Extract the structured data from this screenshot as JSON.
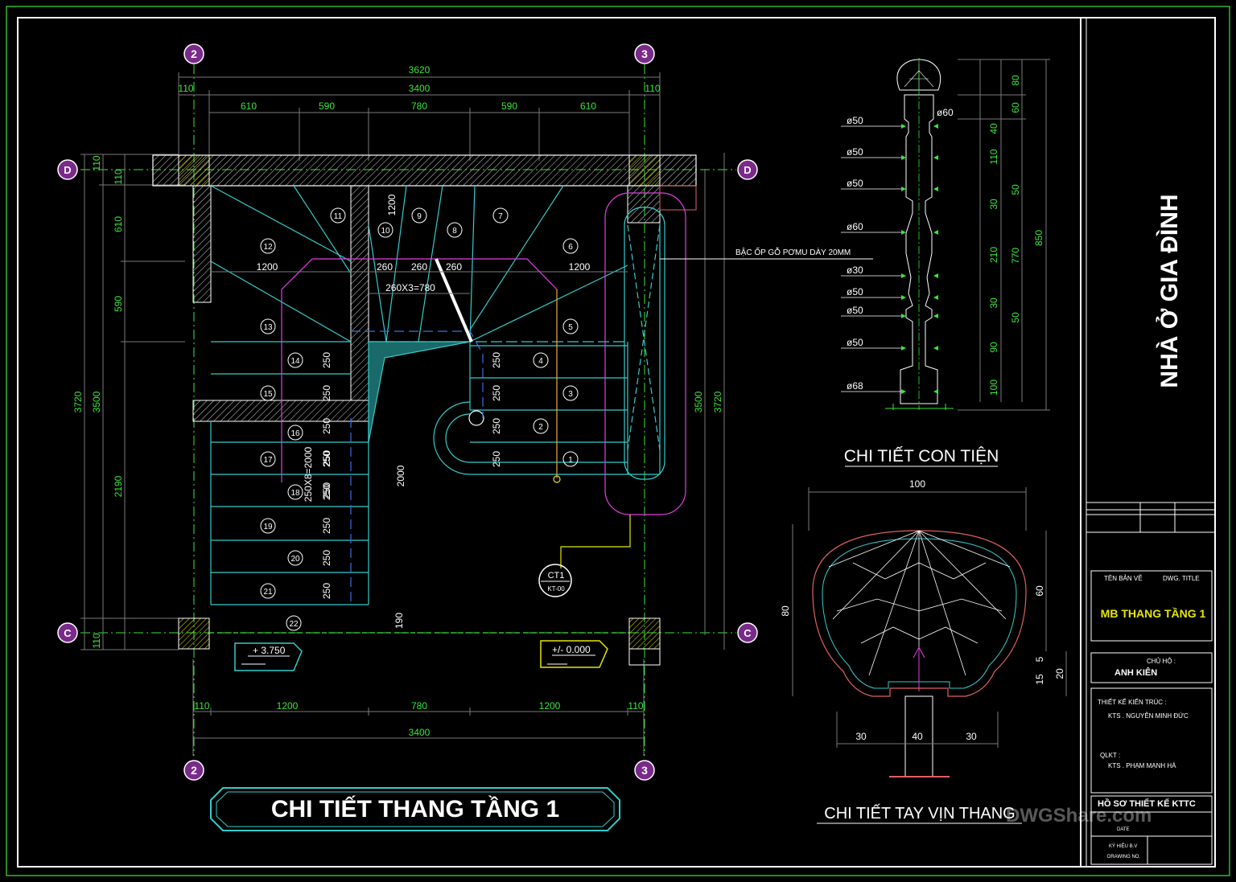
{
  "plan": {
    "title": "CHI TIẾT THANG TẦNG 1",
    "axes": {
      "top_left": "2",
      "top_right": "3",
      "bottom_left": "2",
      "bottom_right": "3",
      "left_top": "D",
      "right_top": "D",
      "left_bottom": "C",
      "right_bottom": "C"
    },
    "top_dims": {
      "overall": "3620",
      "inner": "3400",
      "left_wall": "110",
      "right_wall": "110",
      "segs": [
        "610",
        "590",
        "780",
        "590",
        "610"
      ]
    },
    "left_dims": {
      "overall": "3720",
      "inner": "3500",
      "top1": "110",
      "top2": "110",
      "seg610": "610",
      "seg590": "590",
      "seg2190": "2190",
      "bottom": "110"
    },
    "right_dims": {
      "inner": "3500",
      "overall": "3720"
    },
    "bottom_dims": {
      "left": "110",
      "seg1200a": "1200",
      "seg780": "780",
      "seg1200b": "1200",
      "right": "110",
      "total": "3400"
    },
    "inner_labels": {
      "w1200a": "1200",
      "w260a": "260",
      "w260b": "260",
      "w260c": "260",
      "w1200b": "1200",
      "formula": "260X3=780",
      "v1200": "1200",
      "v2000": "2000",
      "v190": "190",
      "flight": "250X8=2000"
    },
    "step_dims": [
      "250",
      "250",
      "250",
      "250",
      "250",
      "250",
      "250",
      "250",
      "250",
      "250",
      "250",
      "250",
      "250",
      "250"
    ],
    "steps": [
      "1",
      "2",
      "3",
      "4",
      "5",
      "6",
      "7",
      "8",
      "9",
      "10",
      "11",
      "12",
      "13",
      "14",
      "15",
      "16",
      "17",
      "18",
      "19",
      "20",
      "21",
      "22"
    ],
    "note": "BẬC ỐP GỖ PƠMU  DÀY 20MM",
    "levels": {
      "upper": "+ 3.750",
      "lower": "+/- 0.000"
    },
    "callout": {
      "top": "CT1",
      "bottom": "KT-00"
    }
  },
  "baluster": {
    "title": "CHI TIẾT CON TIỆN",
    "diameters": [
      "ø60",
      "ø50",
      "ø50",
      "ø50",
      "ø60",
      "ø30",
      "ø50",
      "ø50",
      "ø50",
      "ø68"
    ],
    "dims_a": [
      "40",
      "110",
      "30",
      "210",
      "30",
      "90",
      "100"
    ],
    "dims_b": [
      "80",
      "60",
      "50",
      "770",
      "50"
    ],
    "dim_total": "850"
  },
  "handrail": {
    "title": "CHI TIẾT TAY VỊN THANG",
    "dims": {
      "width": "100",
      "height": "80",
      "h60": "60",
      "h5": "5",
      "h15": "15",
      "h20": "20",
      "b30a": "30",
      "b40": "40",
      "b30b": "30"
    }
  },
  "title_block": {
    "project": "NHÀ Ở GIA ĐÌNH",
    "drawing_label": "TÊN BẢN VẼ",
    "drawing_label_en": "DWG. TITLE",
    "drawing_title": "MB THANG TẦNG 1",
    "owner_label": "CHỦ HỘ :",
    "owner": "ANH KIÊN",
    "arch_label": "THIẾT KẾ KIẾN TRÚC :",
    "arch_name": "KTS . NGUYỄN MINH ĐỨC",
    "qlkt_label": "QLKT :",
    "qlkt_name": "KTS . PHẠM MẠNH HÀ",
    "dossier": "HỒ SƠ THIẾT KẾ KTTC",
    "date_label": "DATE",
    "sheet_label": "KÝ HIỆU B.V",
    "sheet_label_en": "DRAWING NO.",
    "watermark": "DWGShare.com"
  },
  "colors": {
    "background": "#000000",
    "green": "#39e639",
    "cyan": "#33cccc",
    "magenta": "#e040e0",
    "white": "#ffffff",
    "yellow": "#e6e600",
    "axis_fill": "#7a2a8a"
  }
}
